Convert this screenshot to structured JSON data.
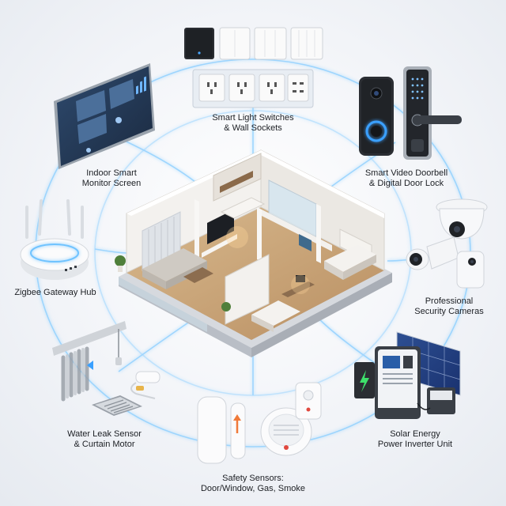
{
  "labels": {
    "switches": {
      "line1": "Smart Light Switches",
      "line2": "& Wall Sockets"
    },
    "monitor": {
      "line1": "Indoor Smart",
      "line2": "Monitor Screen"
    },
    "doorbell": {
      "line1": "Smart Video Doorbell",
      "line2": "& Digital Door Lock"
    },
    "hub": {
      "line1": "Zigbee Gateway Hub"
    },
    "cameras": {
      "line1": "Professional",
      "line2": "Security Cameras"
    },
    "leak": {
      "line1": "Water Leak Sensor",
      "line2": "& Curtain Motor"
    },
    "solar": {
      "line1": "Solar Energy",
      "line2": "Power Inverter Unit"
    },
    "safety": {
      "line1": "Safety Sensors:",
      "line2": "Door/Window, Gas, Smoke"
    }
  },
  "colors": {
    "connection_glow": "#8fd0ff",
    "accent_blue": "#2a7de1",
    "wall": "#f3f1ee",
    "floor": "#c9a77c",
    "device_white": "#fafafa",
    "device_dark": "#2b2e33",
    "led_green": "#3ee06b"
  },
  "icons": [
    "wall-switch-icon",
    "wall-socket-icon",
    "monitor-icon",
    "doorbell-icon",
    "door-lock-icon",
    "router-icon",
    "camera-icon",
    "curtain-icon",
    "leak-sensor-icon",
    "inverter-icon",
    "solar-panel-icon",
    "battery-icon",
    "door-sensor-icon",
    "smoke-detector-icon",
    "gas-sensor-icon"
  ]
}
